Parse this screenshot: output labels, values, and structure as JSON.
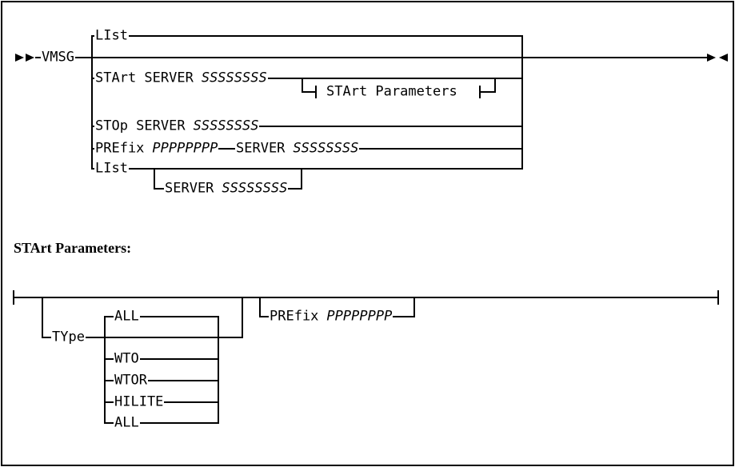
{
  "colors": {
    "line": "#000000",
    "background": "#ffffff"
  },
  "top_diagram": {
    "start_symbol": "double-right-arrow",
    "end_symbol": "right-left-arrow-pair",
    "command": "VMSG",
    "path_list_top": {
      "keyword": "LIst"
    },
    "path_start": {
      "keyword": "STArt SERVER",
      "operand": "SSSSSSSS"
    },
    "fragment_ref": {
      "label": "STArt Parameters"
    },
    "path_stop": {
      "keyword": "STOp SERVER",
      "operand": "SSSSSSSS"
    },
    "path_prefix": {
      "keyword": "PREfix",
      "operand": "PPPPPPPP",
      "keyword2": "SERVER",
      "operand2": "SSSSSSSS"
    },
    "path_list_bottom": {
      "keyword": "LIst",
      "optional_keyword": "SERVER",
      "optional_operand": "SSSSSSSS"
    }
  },
  "fragment_section": {
    "heading": "STArt Parameters:",
    "type_keyword": "TYpe",
    "type_default": "ALL",
    "type_choices": [
      "WTO",
      "WTOR",
      "HILITE",
      "ALL"
    ],
    "prefix_keyword": "PREfix",
    "prefix_operand": "PPPPPPPP"
  }
}
